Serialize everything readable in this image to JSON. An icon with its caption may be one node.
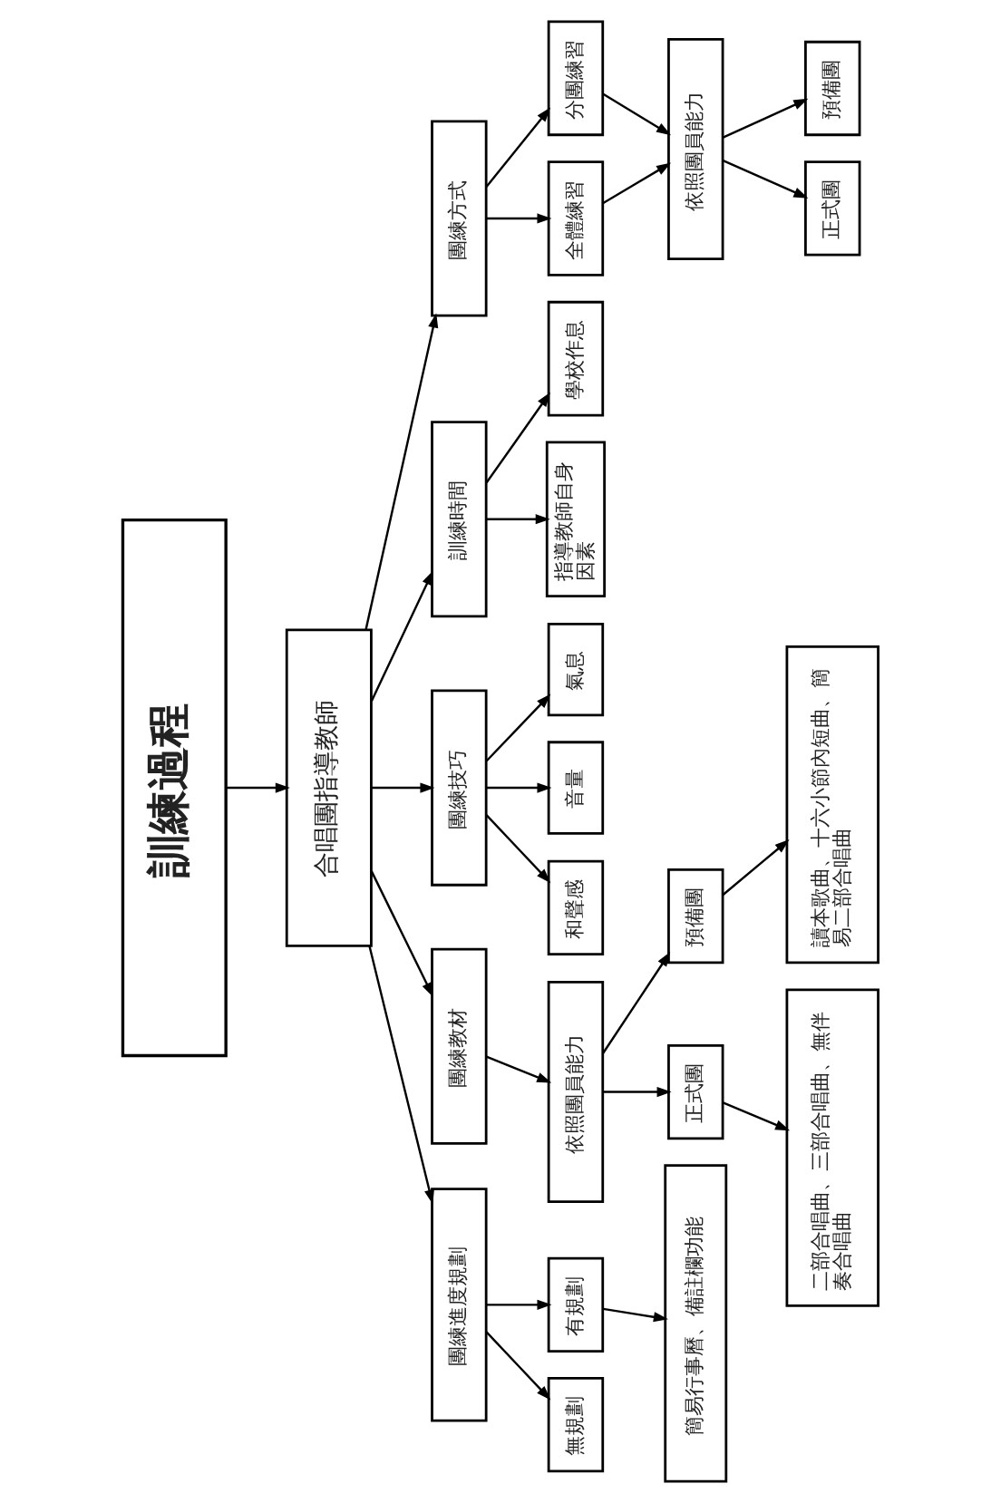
{
  "diagram": {
    "nodes": [
      {
        "text": [
          "訓練過程"
        ]
      },
      {
        "text": [
          "合唱團指導教師"
        ]
      },
      {
        "text": [
          "團練進度規劃"
        ]
      },
      {
        "text": [
          "團練教材"
        ]
      },
      {
        "text": [
          "團練技巧"
        ]
      },
      {
        "text": [
          "訓練時間"
        ]
      },
      {
        "text": [
          "團練方式"
        ]
      },
      {
        "text": [
          "無規劃"
        ]
      },
      {
        "text": [
          "有規劃"
        ]
      },
      {
        "text": [
          "簡易行事曆、備註欄功能"
        ]
      },
      {
        "text": [
          "依照團員能力"
        ]
      },
      {
        "text": [
          "正式團"
        ]
      },
      {
        "text": [
          "預備團"
        ]
      },
      {
        "text": [
          "二部合唱曲、三部合唱曲、無伴奏合唱曲"
        ]
      },
      {
        "text": [
          "讀本歌曲、十六小節內短曲、簡易二部合唱曲"
        ]
      },
      {
        "text": [
          "和聲感"
        ]
      },
      {
        "text": [
          "音量"
        ]
      },
      {
        "text": [
          "氣息"
        ]
      },
      {
        "text": [
          "指導教師自身因素"
        ]
      },
      {
        "text": [
          "學校作息"
        ]
      },
      {
        "text": [
          "全體練習"
        ]
      },
      {
        "text": [
          "分團練習"
        ]
      },
      {
        "text": [
          "依照團員能力"
        ]
      },
      {
        "text": [
          "正式團"
        ]
      },
      {
        "text": [
          "預備團"
        ]
      }
    ],
    "edges": [
      {
        "from": 0,
        "to": 1,
        "arrow": "to"
      },
      {
        "from": 1,
        "to": 6,
        "arrow": "to"
      },
      {
        "from": 1,
        "to": 5,
        "arrow": "to"
      },
      {
        "from": 1,
        "to": 4,
        "arrow": "to"
      },
      {
        "from": 1,
        "to": 3,
        "arrow": "to"
      },
      {
        "from": 1,
        "to": 2,
        "arrow": "to"
      },
      {
        "from": 6,
        "to": 21,
        "arrow": "to"
      },
      {
        "from": 6,
        "to": 20,
        "arrow": "to"
      },
      {
        "from": 21,
        "to": 22,
        "arrow": "to"
      },
      {
        "from": 20,
        "to": 22,
        "arrow": "to"
      },
      {
        "from": 22,
        "to": 24,
        "arrow": "to"
      },
      {
        "from": 22,
        "to": 23,
        "arrow": "to"
      },
      {
        "from": 5,
        "to": 19,
        "arrow": "to"
      },
      {
        "from": 5,
        "to": 18,
        "arrow": "to"
      },
      {
        "from": 4,
        "to": 17,
        "arrow": "to"
      },
      {
        "from": 4,
        "to": 16,
        "arrow": "to"
      },
      {
        "from": 4,
        "to": 15,
        "arrow": "to"
      },
      {
        "from": 3,
        "to": 10,
        "arrow": "to"
      },
      {
        "from": 10,
        "to": 12,
        "arrow": "to"
      },
      {
        "from": 10,
        "to": 11,
        "arrow": "to"
      },
      {
        "from": 12,
        "to": 14,
        "arrow": "to"
      },
      {
        "from": 11,
        "to": 13,
        "arrow": "to"
      },
      {
        "from": 2,
        "to": 8,
        "arrow": "to"
      },
      {
        "from": 2,
        "to": 7,
        "arrow": "to"
      },
      {
        "from": 8,
        "to": 9,
        "arrow": "to"
      }
    ]
  }
}
